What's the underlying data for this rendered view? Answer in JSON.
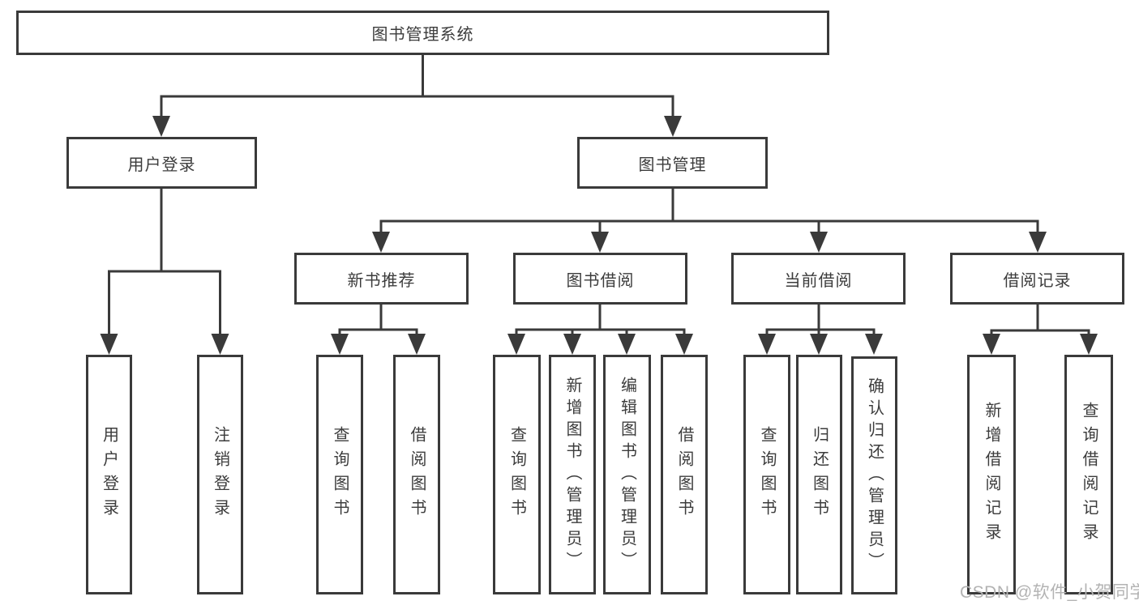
{
  "diagram": {
    "type": "hierarchy-functional-structure",
    "colors": {
      "line": "#3a3a3a",
      "box_border": "#3a3a3a",
      "text": "#3c3c3c",
      "background": "#ffffff",
      "watermark": "#b3b3b3"
    },
    "nodes": {
      "root": {
        "label": "图书管理系统"
      },
      "user_login": {
        "label": "用户登录"
      },
      "book_management": {
        "label": "图书管理"
      },
      "new_book_recommend": {
        "label": "新书推荐"
      },
      "book_borrow": {
        "label": "图书借阅"
      },
      "current_borrow": {
        "label": "当前借阅"
      },
      "borrow_records": {
        "label": "借阅记录"
      },
      "leaf_user_login": {
        "label": "用户登录"
      },
      "leaf_logout": {
        "label": "注销登录"
      },
      "leaf_query_books_1": {
        "label": "查询图书"
      },
      "leaf_borrow_books_1": {
        "label": "借阅图书"
      },
      "leaf_query_books_2": {
        "label": "查询图书"
      },
      "leaf_add_books_admin": {
        "label": "新增图书（管理员）"
      },
      "leaf_edit_books_admin": {
        "label": "编辑图书（管理员）"
      },
      "leaf_borrow_books_2": {
        "label": "借阅图书"
      },
      "leaf_query_books_3": {
        "label": "查询图书"
      },
      "leaf_return_books": {
        "label": "归还图书"
      },
      "leaf_confirm_return_admin": {
        "label": "确认归还（管理员）"
      },
      "leaf_add_borrow_record": {
        "label": "新增借阅记录"
      },
      "leaf_query_borrow_record": {
        "label": "查询借阅记录"
      }
    },
    "edges": [
      [
        "root",
        "user_login"
      ],
      [
        "root",
        "book_management"
      ],
      [
        "user_login",
        "leaf_user_login"
      ],
      [
        "user_login",
        "leaf_logout"
      ],
      [
        "book_management",
        "new_book_recommend"
      ],
      [
        "book_management",
        "book_borrow"
      ],
      [
        "book_management",
        "current_borrow"
      ],
      [
        "book_management",
        "borrow_records"
      ],
      [
        "new_book_recommend",
        "leaf_query_books_1"
      ],
      [
        "new_book_recommend",
        "leaf_borrow_books_1"
      ],
      [
        "book_borrow",
        "leaf_query_books_2"
      ],
      [
        "book_borrow",
        "leaf_add_books_admin"
      ],
      [
        "book_borrow",
        "leaf_edit_books_admin"
      ],
      [
        "book_borrow",
        "leaf_borrow_books_2"
      ],
      [
        "current_borrow",
        "leaf_query_books_3"
      ],
      [
        "current_borrow",
        "leaf_return_books"
      ],
      [
        "current_borrow",
        "leaf_confirm_return_admin"
      ],
      [
        "borrow_records",
        "leaf_add_borrow_record"
      ],
      [
        "borrow_records",
        "leaf_query_borrow_record"
      ]
    ],
    "watermark": "CSDN @软件_小贺同学"
  }
}
